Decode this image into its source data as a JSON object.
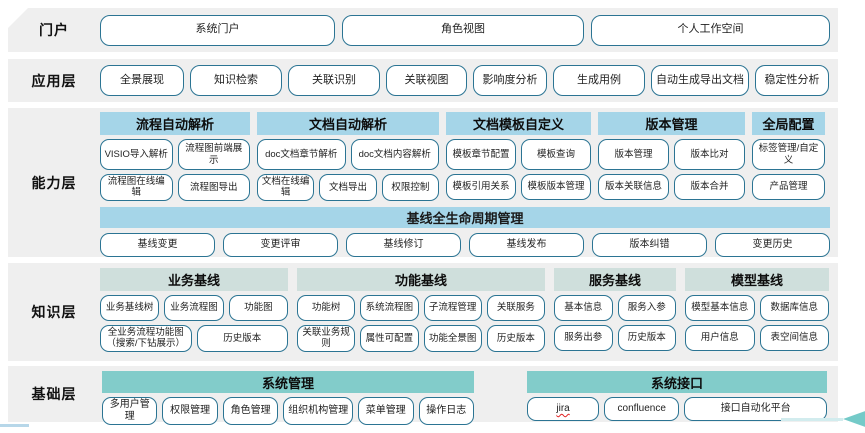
{
  "portal": {
    "label": "门户",
    "items": [
      "系统门户",
      "角色视图",
      "个人工作空间"
    ]
  },
  "app_layer": {
    "label": "应用层",
    "items": [
      "全景展现",
      "知识检索",
      "关联识别",
      "关联视图",
      "影响度分析",
      "生成用例",
      "自动生成导出文档",
      "稳定性分析"
    ]
  },
  "capability_layer": {
    "label": "能力层",
    "groups": [
      {
        "title": "流程自动解析",
        "rows": [
          [
            "VISIO导入解析",
            "流程图前端展示"
          ],
          [
            "流程图在线编辑",
            "流程图导出"
          ]
        ]
      },
      {
        "title": "文档自动解析",
        "rows": [
          [
            "doc文档章节解析",
            "doc文档内容解析"
          ],
          [
            "文档在线编辑",
            "文档导出",
            "权限控制"
          ]
        ]
      },
      {
        "title": "文档模板自定义",
        "rows": [
          [
            "模板章节配置",
            "模板查询"
          ],
          [
            "模板引用关系",
            "模板版本管理"
          ]
        ]
      },
      {
        "title": "版本管理",
        "rows": [
          [
            "版本管理",
            "版本比对"
          ],
          [
            "版本关联信息",
            "版本合并"
          ]
        ]
      },
      {
        "title": "全局配置",
        "rows": [
          [
            "标签管理/自定义"
          ],
          [
            "产品管理"
          ]
        ]
      }
    ],
    "baseline_band": {
      "title": "基线全生命周期管理",
      "items": [
        "基线变更",
        "变更评审",
        "基线修订",
        "基线发布",
        "版本纠错",
        "变更历史"
      ]
    }
  },
  "knowledge_layer": {
    "label": "知识层",
    "groups": [
      {
        "title": "业务基线",
        "rows": [
          [
            "业务基线树",
            "业务流程图",
            "功能图"
          ],
          [
            "全业务流程功能图（搜索/下钻展示）",
            "历史版本"
          ]
        ]
      },
      {
        "title": "功能基线",
        "rows": [
          [
            "功能树",
            "系统流程图",
            "子流程管理",
            "关联服务"
          ],
          [
            "关联业务规则",
            "属性可配置",
            "功能全景图",
            "历史版本"
          ]
        ]
      },
      {
        "title": "服务基线",
        "rows": [
          [
            "基本信息",
            "服务入参"
          ],
          [
            "服务出参",
            "历史版本"
          ]
        ]
      },
      {
        "title": "模型基线",
        "rows": [
          [
            "模型基本信息",
            "数据库信息"
          ],
          [
            "用户信息",
            "表空间信息"
          ]
        ]
      }
    ]
  },
  "base_layer": {
    "label": "基础层",
    "groups": [
      {
        "title": "系统管理",
        "items": [
          "多用户管理",
          "权限管理",
          "角色管理",
          "组织机构管理",
          "菜单管理",
          "操作日志"
        ]
      },
      {
        "title": "系统接口",
        "items": [
          {
            "text": "jira",
            "spellcheck_underline": true
          },
          {
            "text": "confluence"
          },
          {
            "text": "接口自动化平台"
          }
        ]
      }
    ]
  },
  "colors": {
    "band_bg": "#efefef",
    "box_border": "#2b7493",
    "capability_header": "#a5d5e8",
    "knowledge_header": "#cfdfdc",
    "base_header": "#82ccca",
    "bottom_left_line": "#b7d7e9",
    "arrow_teal": "#74cac8",
    "arrow_tail": "#d2ecee"
  }
}
